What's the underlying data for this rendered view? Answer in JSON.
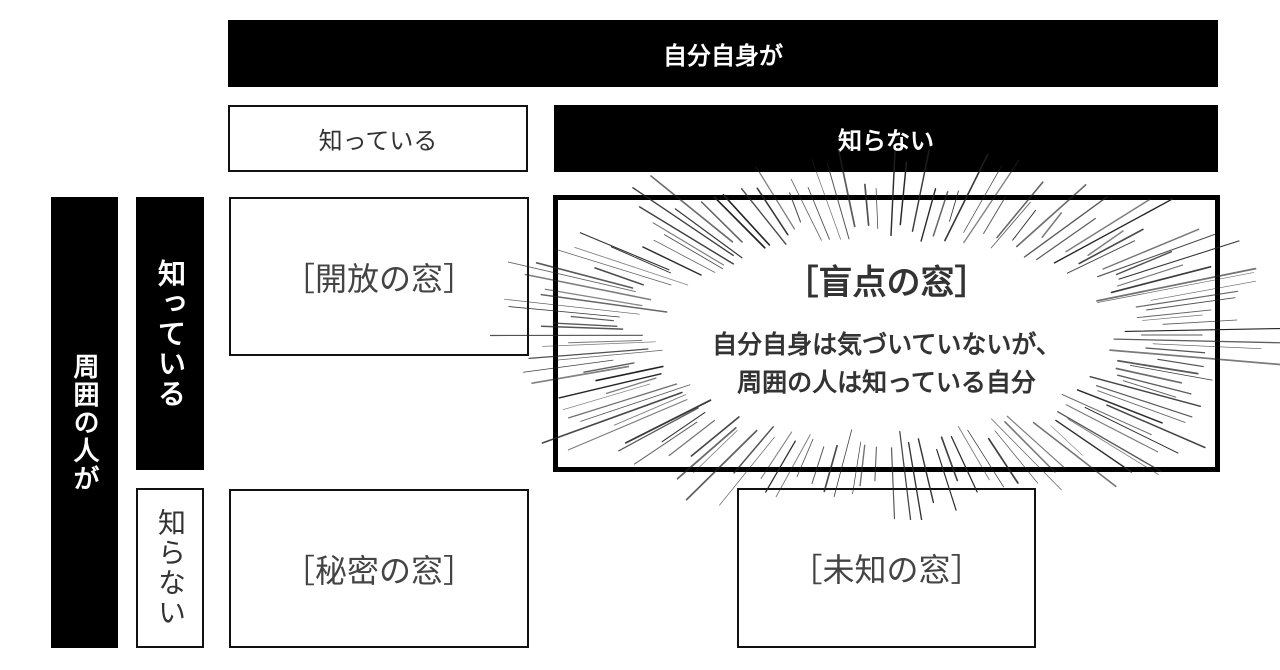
{
  "header": {
    "self_axis_label": "自分自身が",
    "self_known": "知っている",
    "self_unknown": "知らない"
  },
  "side": {
    "others_axis_label": "周囲の人が",
    "others_known": "知っている",
    "others_unknown": "知らない"
  },
  "windows": {
    "open": {
      "label": "［開放の窓］"
    },
    "blind": {
      "label": "［盲点の窓］",
      "description_line1": "自分自身は気づいていないが、",
      "description_line2": "周囲の人は知っている自分"
    },
    "secret": {
      "label": "［秘密の窓］"
    },
    "unknown": {
      "label": "［未知の窓］"
    }
  },
  "colors": {
    "header_bg": "#000000",
    "header_text": "#ffffff",
    "box_border": "#111111",
    "box_text": "#333333"
  }
}
